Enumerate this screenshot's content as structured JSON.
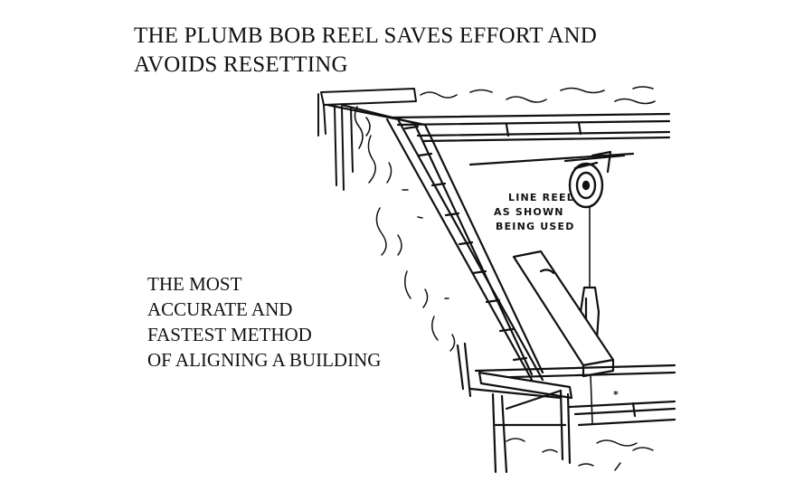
{
  "heading": {
    "line1": "THE PLUMB BOB REEL SAVES EFFORT AND",
    "line2": "AVOIDS RESETTING"
  },
  "caption": {
    "line1": "THE MOST",
    "line2": "ACCURATE AND",
    "line3": "FASTEST METHOD",
    "line4": "OF ALIGNING A BUILDING"
  },
  "diagram": {
    "label_line1": "LINE REEL",
    "label_line2": "AS SHOWN",
    "label_line3": "BEING USED",
    "marker": "*"
  }
}
